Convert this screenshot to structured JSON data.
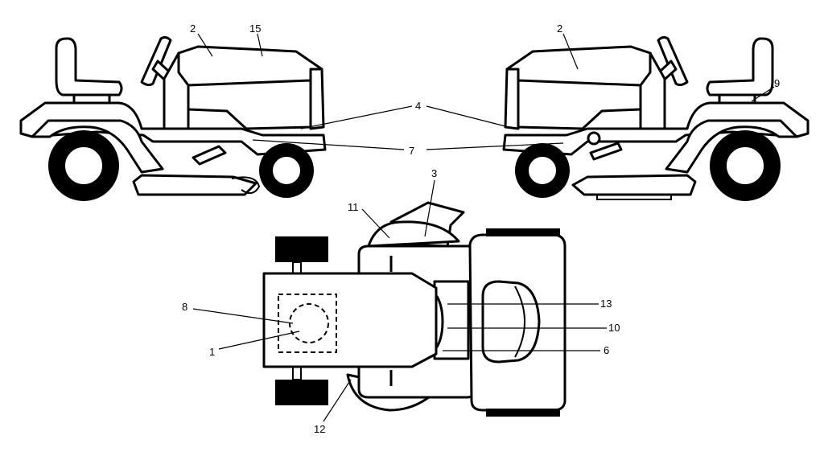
{
  "labels": {
    "l1": "1",
    "l2a": "2",
    "l2b": "2",
    "l3": "3",
    "l4": "4",
    "l6": "6",
    "l7": "7",
    "l8": "8",
    "l9": "9",
    "l10": "10",
    "l11": "11",
    "l12": "12",
    "l13": "13",
    "l15": "15"
  }
}
